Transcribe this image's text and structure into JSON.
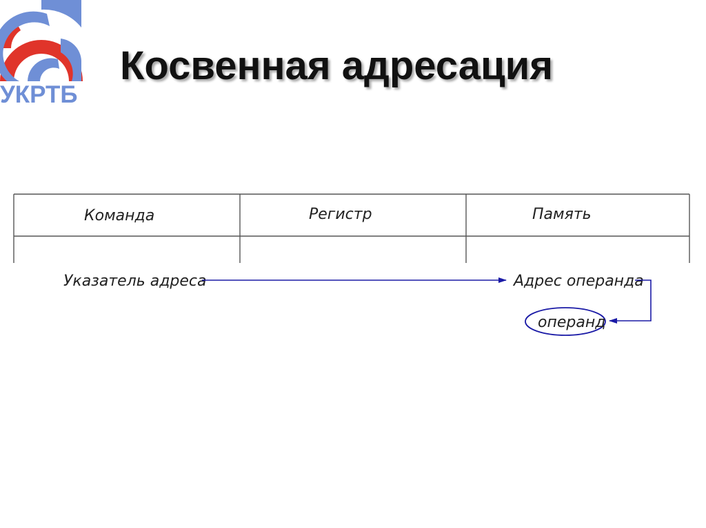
{
  "logo": {
    "text": "УКРТБ",
    "colors": {
      "blue": "#6f8fd6",
      "red": "#e0342a"
    }
  },
  "title": "Косвенная адресация",
  "table": {
    "headers": [
      "Команда",
      "Регистр",
      "Память"
    ]
  },
  "labels": {
    "pointer": "Указатель адреса",
    "operand_address": "Адрес операнда",
    "operand": "операнд"
  },
  "colors": {
    "arrow": "#1a1aa6",
    "ink": "#222222",
    "table_line": "#555555"
  }
}
